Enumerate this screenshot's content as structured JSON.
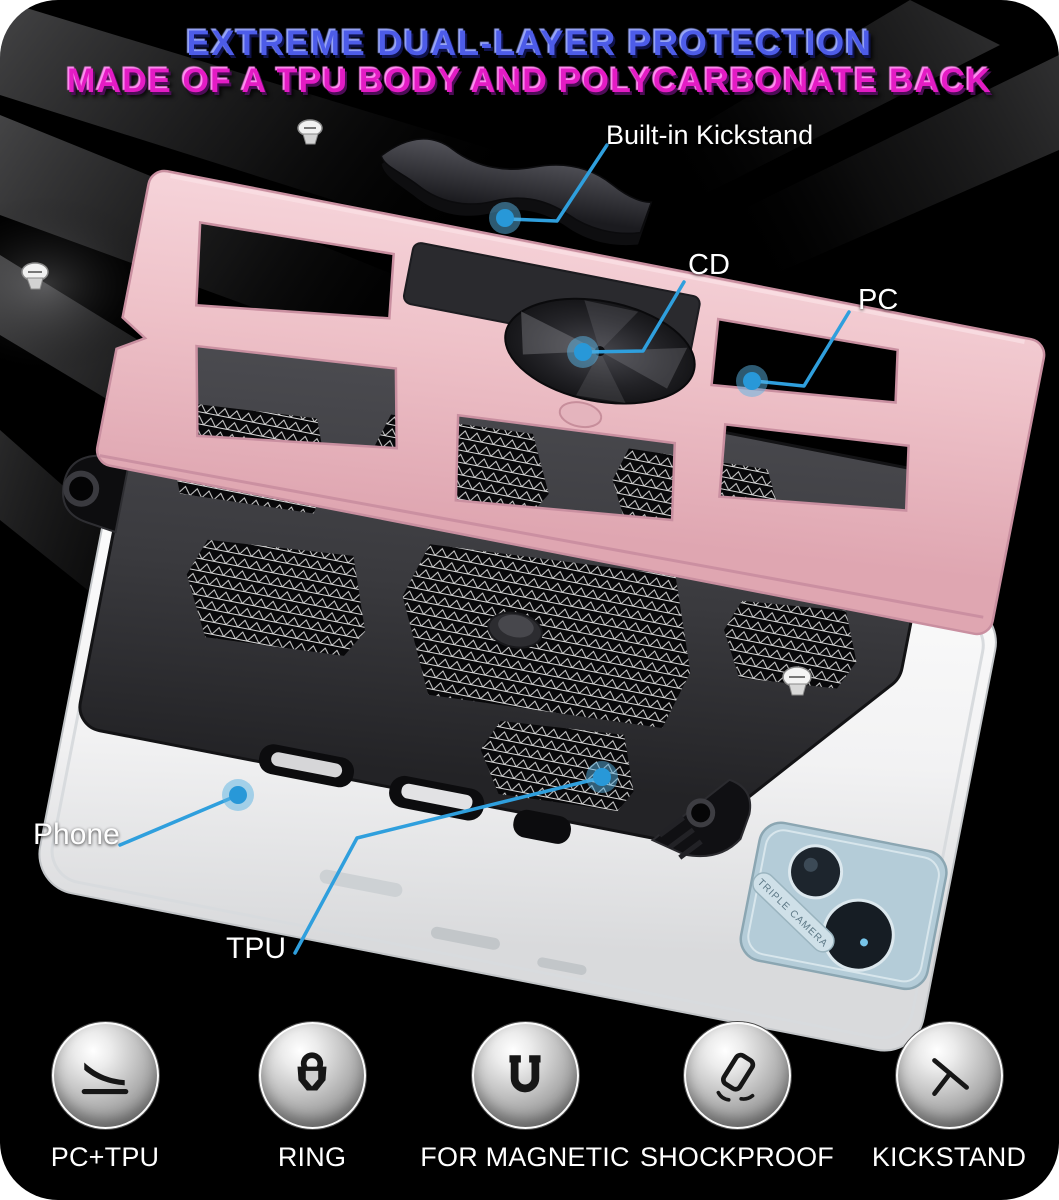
{
  "header": {
    "title_line1": "EXTREME DUAL-LAYER PROTECTION",
    "title_line2": "MADE OF A TPU BODY AND POLYCARBONATE BACK",
    "line1_color": "#4d5ce8",
    "line2_color": "#e31cc4"
  },
  "callouts": {
    "kickstand": "Built-in Kickstand",
    "cd": "CD",
    "pc": "PC",
    "phone": "Phone",
    "tpu": "TPU"
  },
  "illustration": {
    "camera_text": "TRIPLE CAMERA",
    "colors": {
      "pc_plate_pink": "#eec1c8",
      "tpu_body_black": "#3c3c40",
      "phone_white": "#f4f4f4",
      "callout_blue": "#2f9fdd",
      "kickstand_gray": "#3a3a3f"
    }
  },
  "features": [
    {
      "label": "PC+TPU",
      "icon": "layers-icon"
    },
    {
      "label": "RING",
      "icon": "ring-icon"
    },
    {
      "label": "FOR MAGNETIC",
      "icon": "magnet-icon"
    },
    {
      "label": "SHOCKPROOF",
      "icon": "shockproof-icon"
    },
    {
      "label": "KICKSTAND",
      "icon": "kickstand-icon"
    }
  ]
}
